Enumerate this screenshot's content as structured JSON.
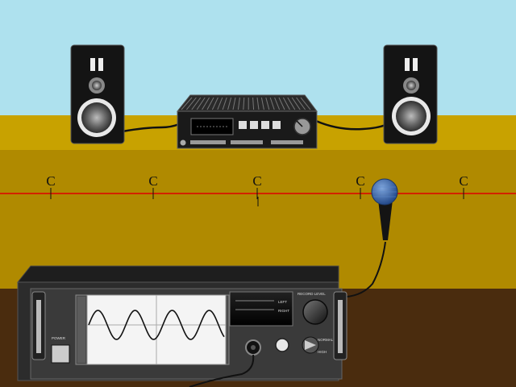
{
  "compression_markers": {
    "labels": [
      "C",
      "C",
      "C",
      "C",
      "C"
    ],
    "unlabeled_tick_count": 1
  },
  "oscilloscope": {
    "power_label": "POWER",
    "meter_left_label": "LEFT",
    "meter_right_label": "RIGHT",
    "record_level_label": "RECORD LEVEL",
    "switch_label_top": "NORMAL",
    "switch_label_bottom": "HIGH"
  },
  "colors": {
    "sky": "#aee1ee",
    "floor": "#c8a200",
    "air_band": "#b08a00",
    "ground": "#4a2c0e",
    "sound_line": "#dd0000",
    "microphone": "#3d6fb2"
  },
  "icons": [
    "speaker-left",
    "amplifier",
    "speaker-right",
    "microphone",
    "oscilloscope"
  ]
}
